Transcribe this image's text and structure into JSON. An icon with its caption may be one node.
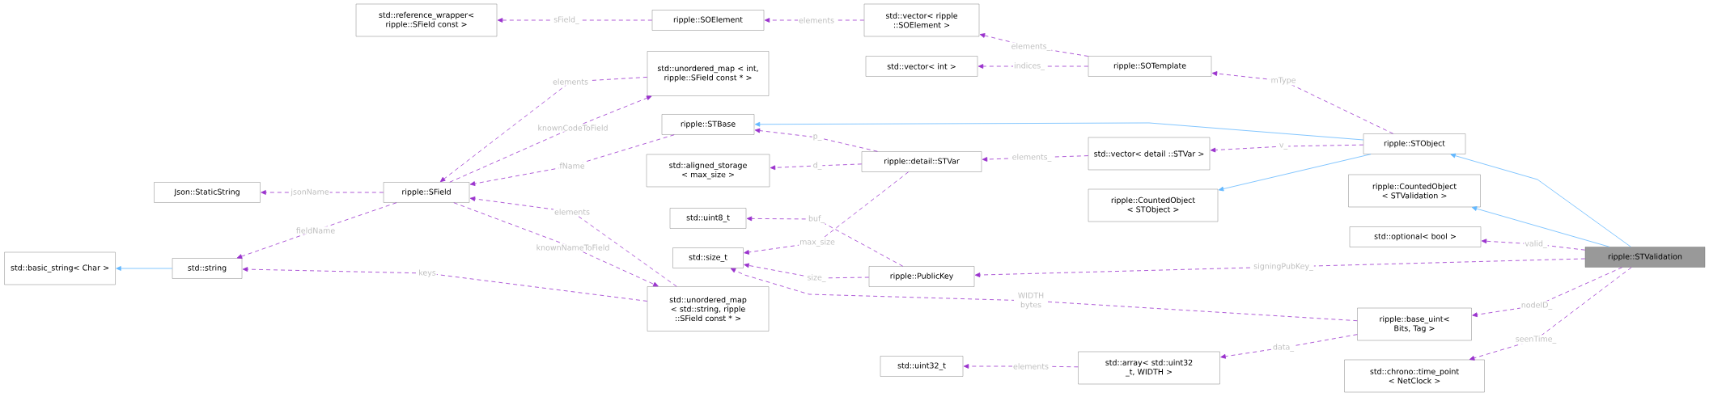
{
  "diagram": {
    "nodes": [
      {
        "text": [
          "std::basic_string< Char >"
        ]
      },
      {
        "text": [
          "std::string"
        ]
      },
      {
        "text": [
          "Json::StaticString"
        ]
      },
      {
        "text": [
          "ripple::SField"
        ]
      },
      {
        "text": [
          "std::reference_wrapper< ripple::SField const >"
        ]
      },
      {
        "text": [
          "ripple::SOElement"
        ]
      },
      {
        "text": [
          "std::vector< ripple ::SOElement >"
        ]
      },
      {
        "text": [
          "std::vector< int >"
        ]
      },
      {
        "text": [
          "ripple::SOTemplate"
        ]
      },
      {
        "text": [
          "std::unordered_map < int, ripple::SField const * >"
        ]
      },
      {
        "text": [
          "ripple::STBase"
        ]
      },
      {
        "text": [
          "std::aligned_storage < max_size >"
        ]
      },
      {
        "text": [
          "ripple::detail::STVar"
        ]
      },
      {
        "text": [
          "std::vector< detail ::STVar >"
        ]
      },
      {
        "text": [
          "ripple::STObject"
        ]
      },
      {
        "text": [
          "ripple::CountedObject < STObject >"
        ]
      },
      {
        "text": [
          "ripple::CountedObject < STValidation >"
        ]
      },
      {
        "text": [
          "std::optional< bool >"
        ]
      },
      {
        "text": [
          "ripple::STValidation"
        ]
      },
      {
        "text": [
          "std::uint8_t"
        ]
      },
      {
        "text": [
          "std::size_t"
        ]
      },
      {
        "text": [
          "ripple::PublicKey"
        ]
      },
      {
        "text": [
          "std::unordered_map < std::string, ripple ::SField const * >"
        ]
      },
      {
        "text": [
          "ripple::base_uint< Bits, Tag >"
        ]
      },
      {
        "text": [
          "std::uint32_t"
        ]
      },
      {
        "text": [
          "std::array< std::uint32 _t, WIDTH >"
        ]
      },
      {
        "text": [
          "std::chrono::time_point < NetClock >"
        ]
      }
    ],
    "edges": [
      {
        "from": 5,
        "to": 4,
        "arrow": "to",
        "label": "sField_",
        "style": "dashed"
      },
      {
        "from": 6,
        "to": 5,
        "arrow": "to",
        "label": "elements",
        "style": "dashed"
      },
      {
        "from": 8,
        "to": 6,
        "arrow": "to",
        "label": "elements_",
        "style": "dashed"
      },
      {
        "from": 8,
        "to": 7,
        "arrow": "to",
        "label": "indices_",
        "style": "dashed"
      },
      {
        "from": 14,
        "to": 8,
        "arrow": "to",
        "label": "mType",
        "style": "dashed"
      },
      {
        "from": 9,
        "to": 3,
        "arrow": "to",
        "label": "elements",
        "style": "dashed"
      },
      {
        "from": 3,
        "to": 9,
        "arrow": "to",
        "label": "knownCodeToField",
        "style": "dashed"
      },
      {
        "from": 10,
        "to": 3,
        "arrow": "to",
        "label": "fName",
        "style": "dashed"
      },
      {
        "from": 3,
        "to": 2,
        "arrow": "to",
        "label": "jsonName",
        "style": "dashed"
      },
      {
        "from": 3,
        "to": 1,
        "arrow": "to",
        "label": "fieldName",
        "style": "dashed"
      },
      {
        "from": 1,
        "to": 0,
        "arrow": "to",
        "color": "#63b8ff"
      },
      {
        "from": 14,
        "to": 10,
        "arrow": "to",
        "color": "#63b8ff"
      },
      {
        "from": 12,
        "to": 10,
        "arrow": "to",
        "label": "p_",
        "style": "dashed"
      },
      {
        "from": 12,
        "to": 11,
        "arrow": "to",
        "label": "d_",
        "style": "dashed"
      },
      {
        "from": 13,
        "to": 12,
        "arrow": "to",
        "label": "elements_",
        "style": "dashed"
      },
      {
        "from": 14,
        "to": 13,
        "arrow": "to",
        "label": "v_",
        "style": "dashed"
      },
      {
        "from": 14,
        "to": 15,
        "arrow": "to",
        "color": "#63b8ff"
      },
      {
        "from": 18,
        "to": 14,
        "arrow": "to",
        "color": "#63b8ff"
      },
      {
        "from": 18,
        "to": 16,
        "arrow": "to",
        "color": "#63b8ff"
      },
      {
        "from": 18,
        "to": 17,
        "arrow": "to",
        "label": "valid_",
        "style": "dashed"
      },
      {
        "from": 18,
        "to": 21,
        "arrow": "to",
        "label": "signingPubKey_",
        "style": "dashed"
      },
      {
        "from": 18,
        "to": 23,
        "arrow": "to",
        "label": "nodeID_",
        "style": "dashed"
      },
      {
        "from": 18,
        "to": 26,
        "arrow": "to",
        "label": "seenTime_",
        "style": "dashed"
      },
      {
        "from": 12,
        "to": 20,
        "arrow": "to",
        "label": "max_size",
        "style": "dashed"
      },
      {
        "from": 21,
        "to": 19,
        "arrow": "to",
        "label": "buf_",
        "style": "dashed"
      },
      {
        "from": 21,
        "to": 20,
        "arrow": "to",
        "label": "size_",
        "style": "dashed"
      },
      {
        "from": 23,
        "to": 20,
        "arrow": "to",
        "label": "WIDTH bytes",
        "style": "dashed"
      },
      {
        "from": 23,
        "to": 25,
        "arrow": "to",
        "label": "data_",
        "style": "dashed"
      },
      {
        "from": 25,
        "to": 24,
        "arrow": "to",
        "label": "elements",
        "style": "dashed"
      },
      {
        "from": 22,
        "to": 3,
        "arrow": "to",
        "label": "elements",
        "style": "dashed"
      },
      {
        "from": 3,
        "to": 22,
        "arrow": "to",
        "label": "knownNameToField",
        "style": "dashed"
      },
      {
        "from": 22,
        "to": 1,
        "arrow": "to",
        "label": "keys",
        "style": "dashed"
      }
    ]
  }
}
